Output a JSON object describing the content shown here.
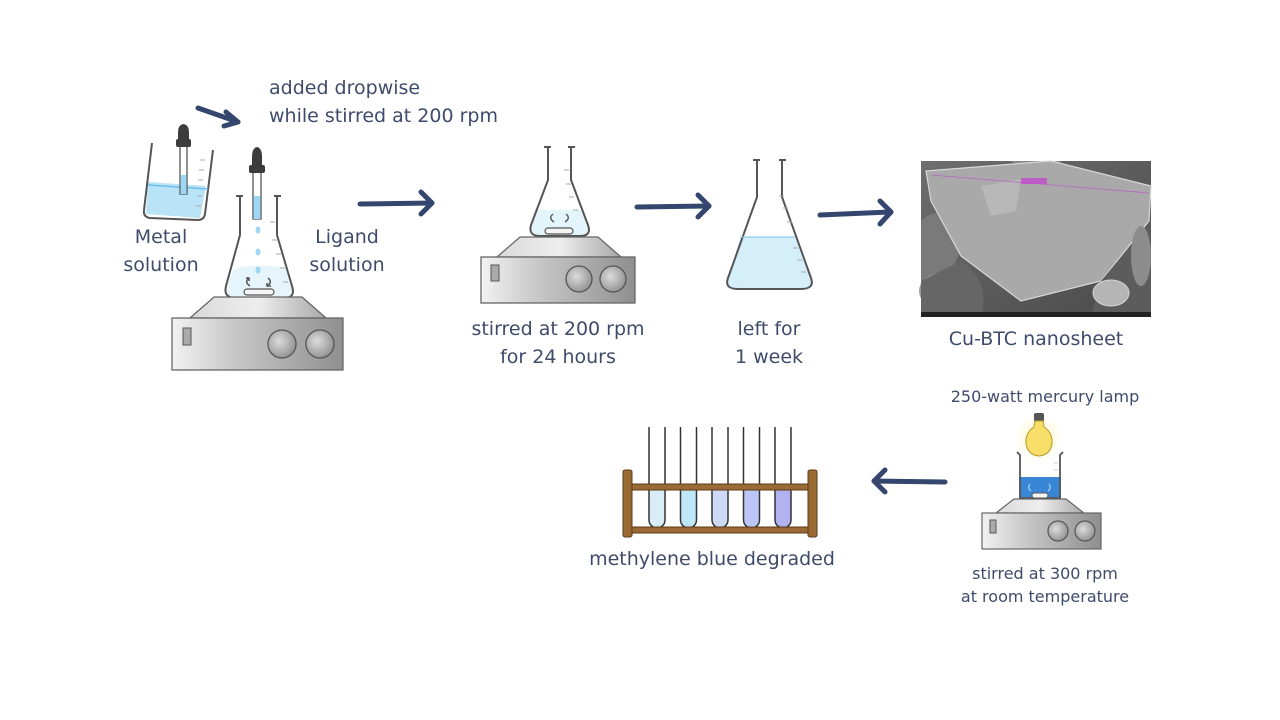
{
  "colors": {
    "text": "#3f4b6b",
    "arrow": "#34466e",
    "solution_light": "#d4effa",
    "solution_medium": "#b5e0f5",
    "solution_dark_blue": "#3a86d6",
    "rack_wood": "#9a6a35",
    "bulb": "#f7df6a"
  },
  "steps": {
    "dropwise_label": [
      "added dropwise",
      "while stirred at 200 rpm"
    ],
    "metal_label": [
      "Metal",
      "solution"
    ],
    "ligand_label": [
      "Ligand",
      "solution"
    ],
    "stir_label": [
      "stirred at 200 rpm",
      "for 24 hours"
    ],
    "left_label": [
      "left for",
      "1 week"
    ],
    "product_label": "Cu-BTC nanosheet",
    "lamp_label": "250-watt mercury lamp",
    "photo_label": [
      "stirred at 300 rpm",
      "at room temperature"
    ],
    "degraded_label": "methylene blue degraded"
  },
  "test_tubes": {
    "fill_colors": [
      "#d8edf7",
      "#bfe6f6",
      "#cdd9f7",
      "#bcc6f6",
      "#b2b2f2"
    ]
  },
  "icons": {
    "arrows": [
      "arrow-right",
      "arrow-right",
      "arrow-right",
      "arrow-right",
      "arrow-left"
    ],
    "equipment": [
      "beaker-icon",
      "dropper-icon",
      "erlenmeyer-flask-icon",
      "magnetic-stirrer-icon",
      "light-bulb-icon",
      "test-tube-rack-icon",
      "sem-image"
    ]
  }
}
